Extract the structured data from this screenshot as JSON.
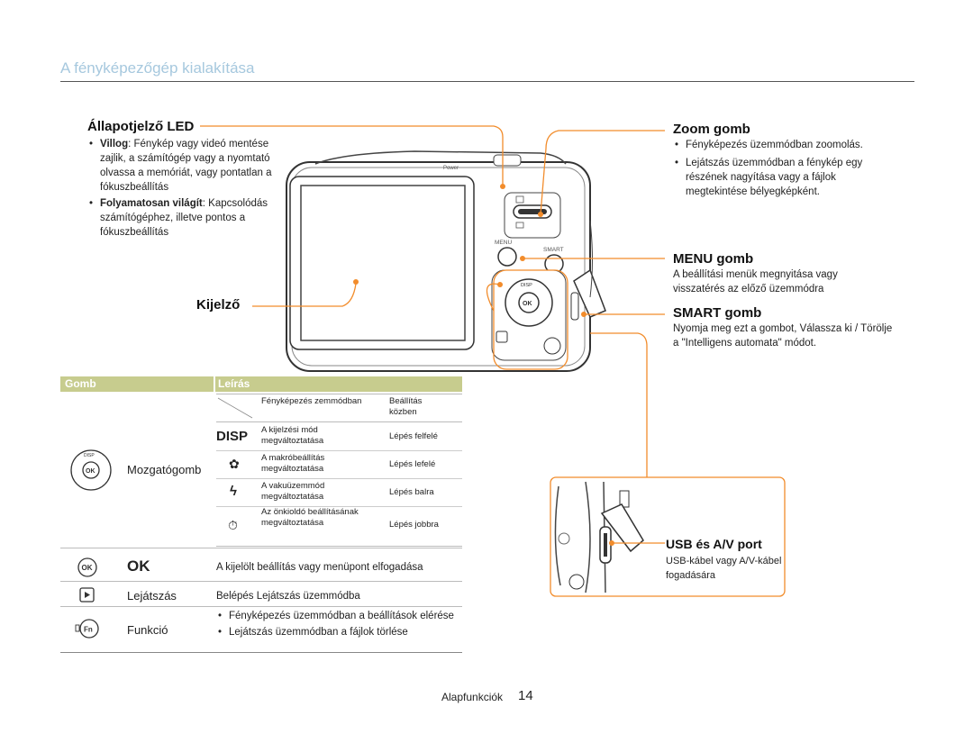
{
  "page": {
    "title": "A fényképezőgép kialakítása",
    "footer_section": "Alapfunkciók",
    "page_number": "14"
  },
  "callouts": {
    "status_led": {
      "heading": "Állapotjelző LED",
      "b1_bold": "Villog",
      "b1_rest": ": Fénykép vagy videó mentése zajlik, a számítógép vagy a nyomtató olvassa a memóriát, vagy pontatlan a fókuszbeállítás",
      "b2_bold": "Folyamatosan világít",
      "b2_rest": ": Kapcsolódás számítógéphez, illetve pontos a fókuszbeállítás"
    },
    "display": {
      "heading": "Kijelző"
    },
    "zoom": {
      "heading": "Zoom gomb",
      "b1": "Fényképezés üzemmódban zoomolás.",
      "b2": "Lejátszás üzemmódban a fénykép egy részének nagyítása vagy a fájlok megtekintése bélyegképként."
    },
    "menu": {
      "heading": "MENU gomb",
      "text": "A beállítási menük megnyitása vagy visszatérés az előző üzemmódra"
    },
    "smart": {
      "heading": "SMART gomb",
      "text": "Nyomja meg ezt a gombot, Válassza ki / Törölje a \"Intelligens automata\" módot."
    },
    "usb": {
      "heading": "USB és A/V port",
      "text": "USB-kábel vagy A/V-kábel fogadására"
    }
  },
  "camera_labels": {
    "power": "Power",
    "menu": "MENU",
    "smart": "SMART",
    "disp": "DISP",
    "ok": "OK",
    "fn": "Fn"
  },
  "table": {
    "col_button": "Gomb",
    "col_desc": "Leírás",
    "nav": {
      "label": "Mozgatógomb",
      "hdr_shoot": "Fényképezés zemmódban",
      "hdr_setting": "Beállítás közben",
      "rows": [
        {
          "icon": "DISP",
          "shoot": "A kijelzési mód megváltoztatása",
          "setting": "Lépés felfelé"
        },
        {
          "icon": "✿",
          "shoot": "A makróbeállítás megváltoztatása",
          "setting": "Lépés lefelé"
        },
        {
          "icon": "ϟ",
          "shoot": "A vakuüzemmód megváltoztatása",
          "setting": "Lépés balra"
        },
        {
          "icon": "⏱",
          "shoot": "Az önkioldó beállításának megváltoztatása",
          "setting": "Lépés jobbra"
        }
      ]
    },
    "ok": {
      "icon": "OK",
      "label": "OK",
      "desc": "A kijelölt beállítás vagy menüpont elfogadása"
    },
    "play": {
      "label": "Lejátszás",
      "desc": "Belépés Lejátszás üzemmódba"
    },
    "fn": {
      "label": "Funkció",
      "b1": "Fényképezés üzemmódban a beállítások elérése",
      "b2": "Lejátszás üzemmódban a fájlok törlése"
    }
  },
  "colors": {
    "accent": "#f28c2b",
    "title": "#a6c8de",
    "table_header": "#c7cc8e"
  }
}
